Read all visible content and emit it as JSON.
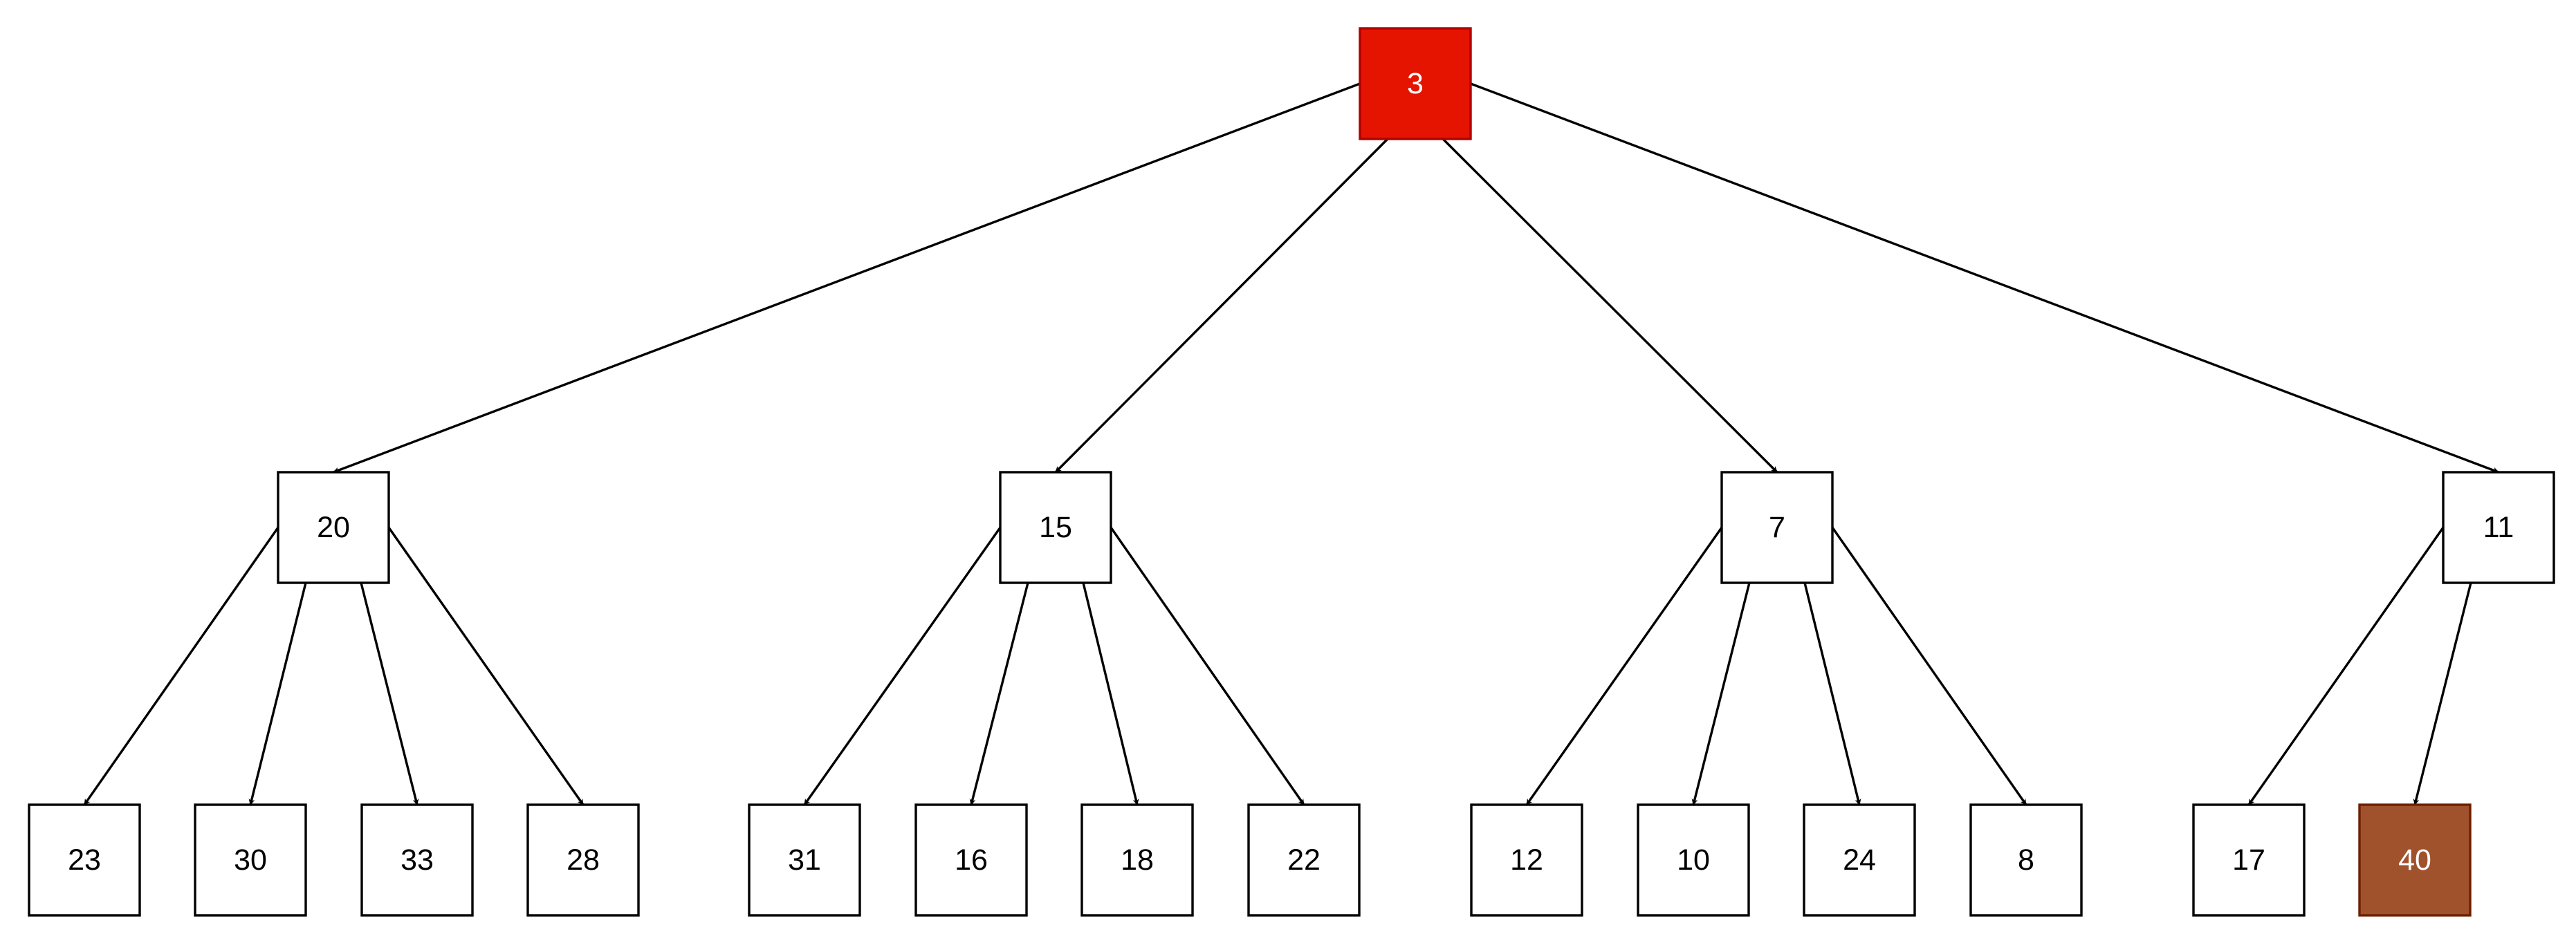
{
  "diagram": {
    "colors": {
      "line": "#000000",
      "default_fill": "#ffffff",
      "default_text": "#000000",
      "root_fill": "#e51400",
      "root_border": "#b20000",
      "highlight_fill": "#a0522d",
      "highlight_border": "#6d1f00",
      "highlight_text": "#ffffff"
    },
    "nodes": [
      {
        "id": "n3",
        "label": "3",
        "level": 0,
        "style": "root"
      },
      {
        "id": "n20",
        "label": "20",
        "level": 1,
        "parent": "n3"
      },
      {
        "id": "n15",
        "label": "15",
        "level": 1,
        "parent": "n3"
      },
      {
        "id": "n7",
        "label": "7",
        "level": 1,
        "parent": "n3"
      },
      {
        "id": "n11",
        "label": "11",
        "level": 1,
        "parent": "n3"
      },
      {
        "id": "n23",
        "label": "23",
        "level": 2,
        "parent": "n20"
      },
      {
        "id": "n30",
        "label": "30",
        "level": 2,
        "parent": "n20"
      },
      {
        "id": "n33",
        "label": "33",
        "level": 2,
        "parent": "n20"
      },
      {
        "id": "n28",
        "label": "28",
        "level": 2,
        "parent": "n20"
      },
      {
        "id": "n31",
        "label": "31",
        "level": 2,
        "parent": "n15"
      },
      {
        "id": "n16",
        "label": "16",
        "level": 2,
        "parent": "n15"
      },
      {
        "id": "n18",
        "label": "18",
        "level": 2,
        "parent": "n15"
      },
      {
        "id": "n22",
        "label": "22",
        "level": 2,
        "parent": "n15"
      },
      {
        "id": "n12",
        "label": "12",
        "level": 2,
        "parent": "n7"
      },
      {
        "id": "n10",
        "label": "10",
        "level": 2,
        "parent": "n7"
      },
      {
        "id": "n24",
        "label": "24",
        "level": 2,
        "parent": "n7"
      },
      {
        "id": "n8",
        "label": "8",
        "level": 2,
        "parent": "n7"
      },
      {
        "id": "n17",
        "label": "17",
        "level": 2,
        "parent": "n11"
      },
      {
        "id": "n40",
        "label": "40",
        "level": 2,
        "parent": "n11",
        "style": "highlight"
      }
    ]
  }
}
